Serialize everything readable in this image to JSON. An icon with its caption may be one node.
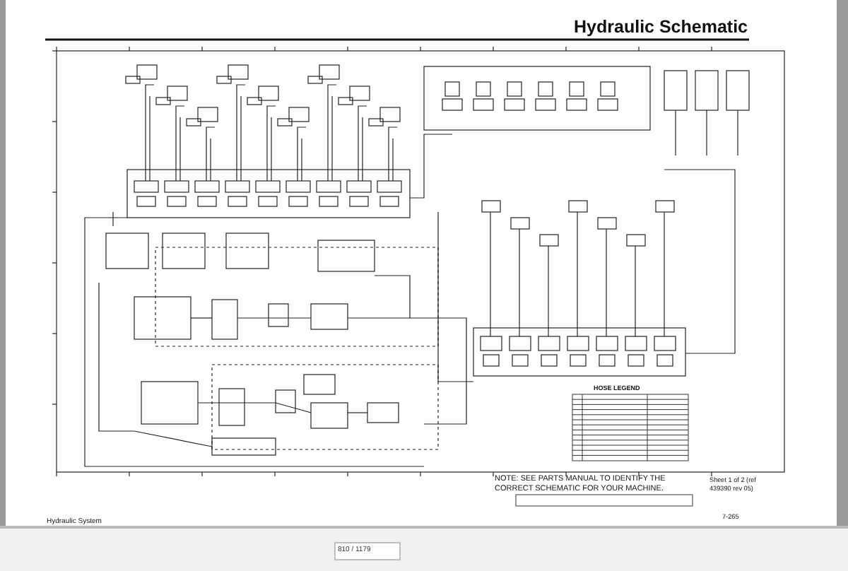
{
  "diagram": {
    "title": "Hydraulic Schematic",
    "labels": [
      "HOSE LEGEND",
      "NOTE: SEE PARTS MANUAL TO IDENTIFY THE CORRECT SCHEMATIC FOR YOUR MACHINE.",
      "Sheet 1 of 2 (ref 439390 rev 05)",
      "Hydraulic System",
      "7-265",
      "810 / 1179"
    ]
  }
}
